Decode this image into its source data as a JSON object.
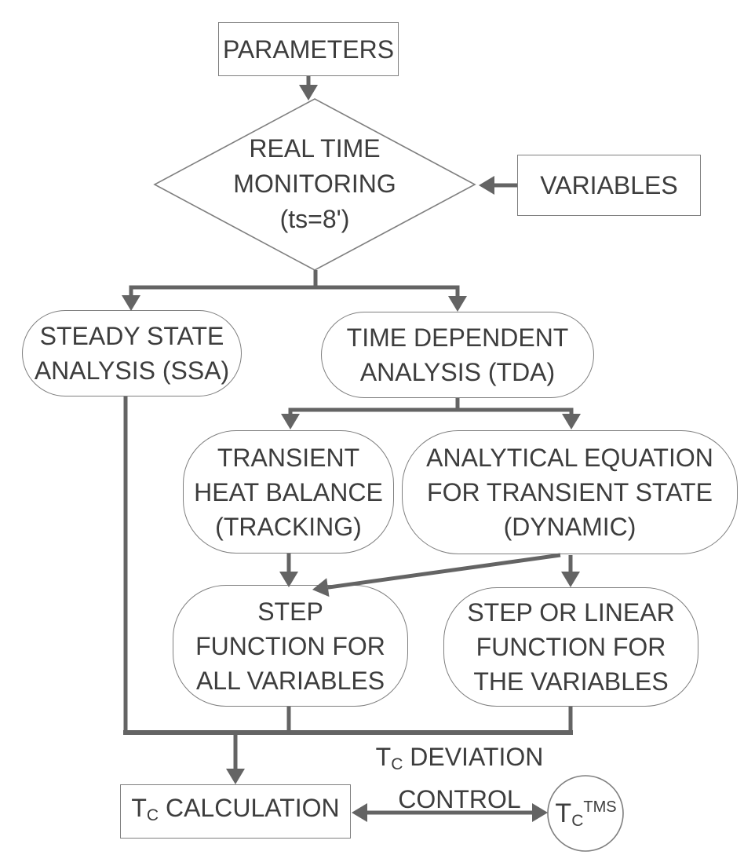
{
  "title": "Tc monitoring flowchart",
  "colors": {
    "connector_gray": "#646464",
    "outline_gray": "#7f7f7f",
    "text_gray": "#3d3d3d",
    "background": "#ffffff"
  },
  "nodes": {
    "parameters": {
      "label": "PARAMETERS",
      "shape": "rectangle"
    },
    "monitoring": {
      "lines": [
        "REAL TIME",
        "MONITORING",
        "(ts=8')"
      ],
      "shape": "diamond"
    },
    "variables": {
      "label": "VARIABLES",
      "shape": "rectangle"
    },
    "ssa": {
      "lines": [
        "STEADY STATE",
        "ANALYSIS (SSA)"
      ],
      "shape": "stadium"
    },
    "tda": {
      "lines": [
        "TIME DEPENDENT",
        "ANALYSIS (TDA)"
      ],
      "shape": "stadium"
    },
    "tracking": {
      "lines": [
        "TRANSIENT",
        "HEAT BALANCE",
        "(TRACKING)"
      ],
      "shape": "stadium"
    },
    "dynamic": {
      "lines": [
        "ANALYTICAL EQUATION",
        "FOR TRANSIENT STATE",
        "(DYNAMIC)"
      ],
      "shape": "stadium"
    },
    "step_all": {
      "lines": [
        "STEP",
        "FUNCTION FOR",
        "ALL VARIABLES"
      ],
      "shape": "stadium"
    },
    "step_linear": {
      "lines": [
        "STEP OR LINEAR",
        "FUNCTION FOR",
        "THE VARIABLES"
      ],
      "shape": "stadium"
    },
    "tc_calculation": {
      "base": "T",
      "sub": "C",
      "rest": " CALCULATION",
      "shape": "rectangle"
    },
    "tms": {
      "base": "T",
      "sub": "C",
      "sup": "TMS",
      "shape": "circle"
    }
  },
  "labels": {
    "deviation": {
      "base": "T",
      "sub": "C",
      "line1_rest": " DEVIATION",
      "line2": "CONTROL"
    }
  }
}
